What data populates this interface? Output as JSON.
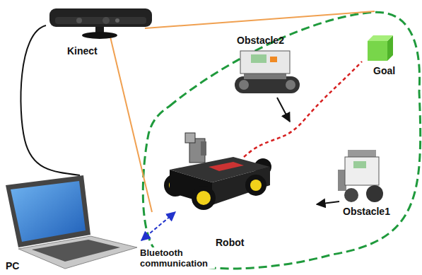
{
  "diagram": {
    "nodes": [
      {
        "text": [
          "Kinect"
        ]
      },
      {
        "text": [
          "Obstacle2"
        ]
      },
      {
        "text": [
          "Goal"
        ]
      },
      {
        "text": [
          "Robot"
        ]
      },
      {
        "text": [
          "Obstacle1"
        ]
      },
      {
        "text": [
          "PC"
        ]
      }
    ],
    "edges": [
      {
        "from": 0,
        "to": 5,
        "arrow": "none"
      },
      {
        "from": 5,
        "to": 3,
        "label": "Bluetooth communication",
        "arrow": "both"
      },
      {
        "from": 3,
        "to": 2,
        "arrow": "none"
      }
    ]
  }
}
